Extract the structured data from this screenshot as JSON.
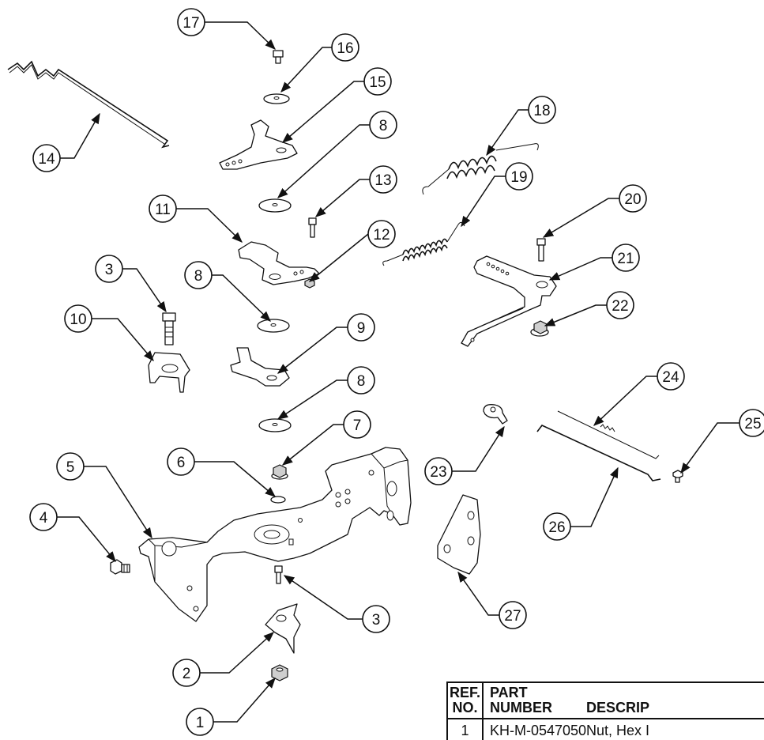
{
  "callouts": [
    {
      "n": "1"
    },
    {
      "n": "2"
    },
    {
      "n": "3"
    },
    {
      "n": "3"
    },
    {
      "n": "4"
    },
    {
      "n": "5"
    },
    {
      "n": "6"
    },
    {
      "n": "7"
    },
    {
      "n": "8"
    },
    {
      "n": "8"
    },
    {
      "n": "8"
    },
    {
      "n": "9"
    },
    {
      "n": "10"
    },
    {
      "n": "11"
    },
    {
      "n": "12"
    },
    {
      "n": "13"
    },
    {
      "n": "14"
    },
    {
      "n": "15"
    },
    {
      "n": "16"
    },
    {
      "n": "17"
    },
    {
      "n": "18"
    },
    {
      "n": "19"
    },
    {
      "n": "20"
    },
    {
      "n": "21"
    },
    {
      "n": "22"
    },
    {
      "n": "23"
    },
    {
      "n": "24"
    },
    {
      "n": "25"
    },
    {
      "n": "26"
    },
    {
      "n": "27"
    }
  ],
  "table": {
    "header": {
      "ref_line1": "REF.",
      "ref_line2": "NO.",
      "part_line1": "PART",
      "part_line2": "NUMBER",
      "description": "DESCRIP"
    },
    "rows": [
      {
        "ref": "1",
        "part": "KH-M-0547050",
        "description": "Nut, Hex I"
      }
    ]
  }
}
